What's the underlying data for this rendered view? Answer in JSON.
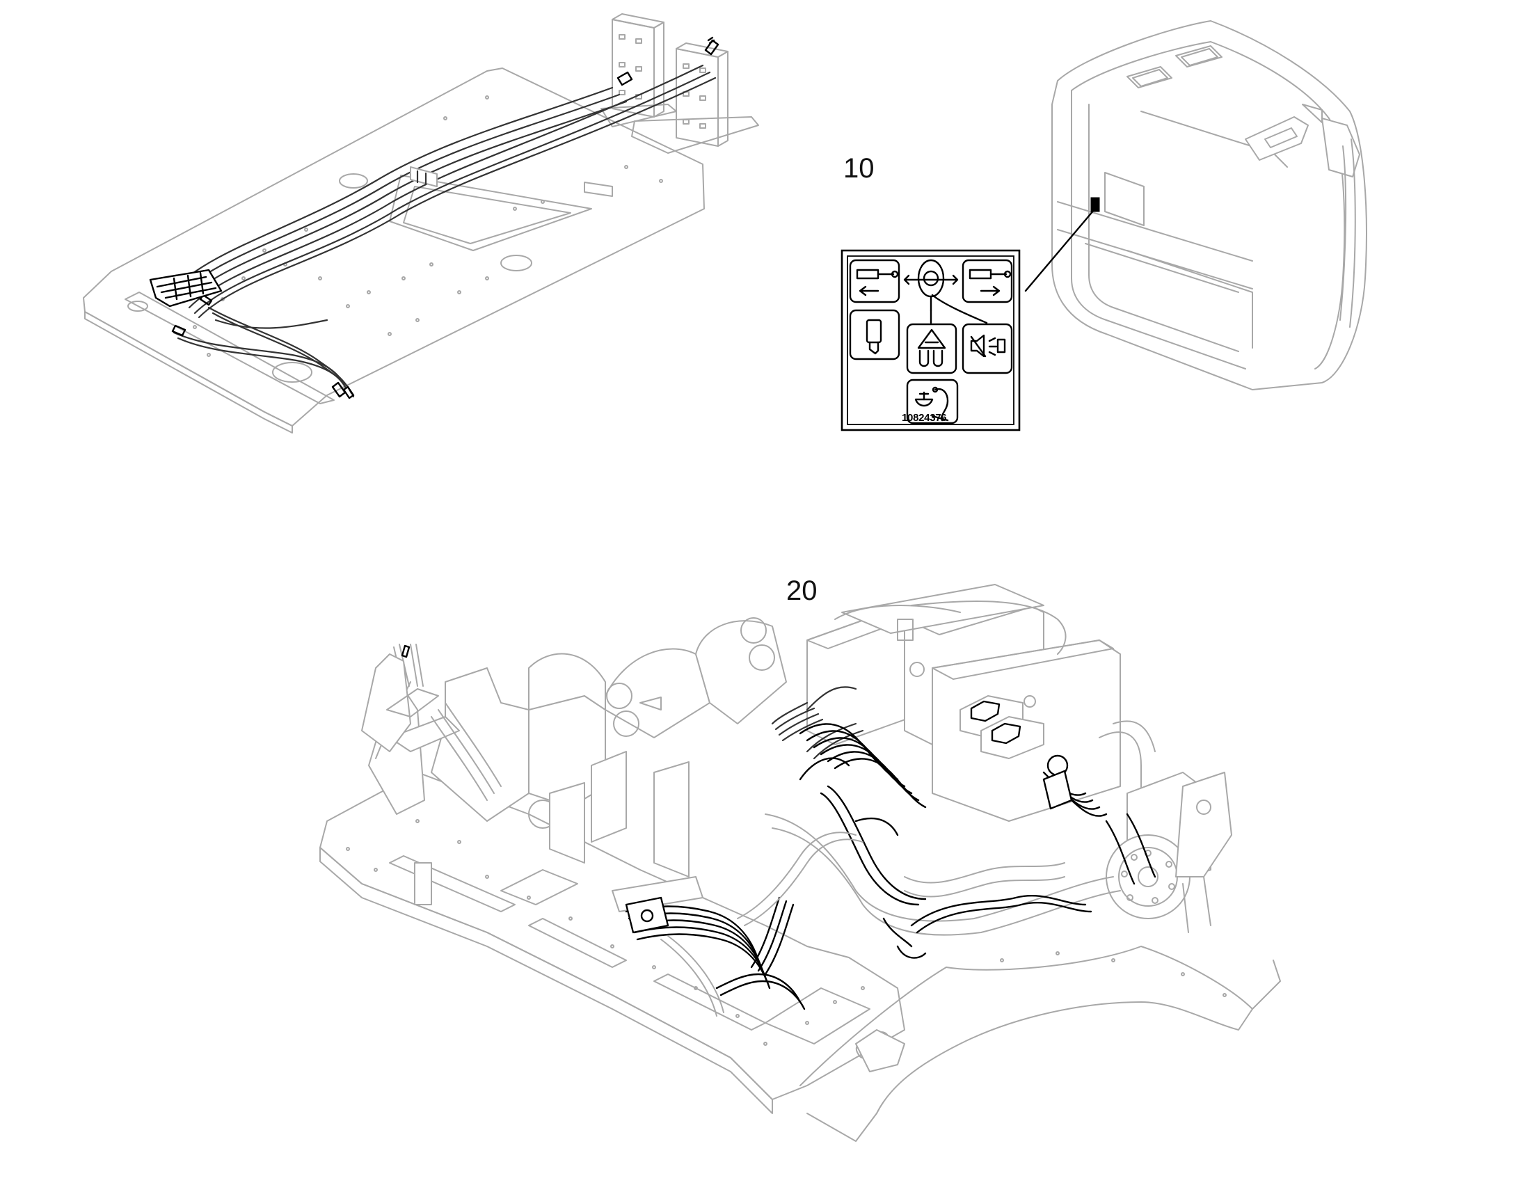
{
  "callouts": {
    "item_10": "10",
    "item_20": "20"
  },
  "decal": {
    "part_number": "10824376",
    "icons": [
      "cylinder-retract-icon",
      "cylinder-extend-icon",
      "rotating-joystick-icon",
      "pressure-switch-icon",
      "warning-triangle-icon",
      "horn-mute-icon",
      "boom-lift-icon"
    ]
  },
  "colors": {
    "line_art": "#a8a8a8",
    "highlight": "#000000",
    "callout_text": "#111111"
  }
}
